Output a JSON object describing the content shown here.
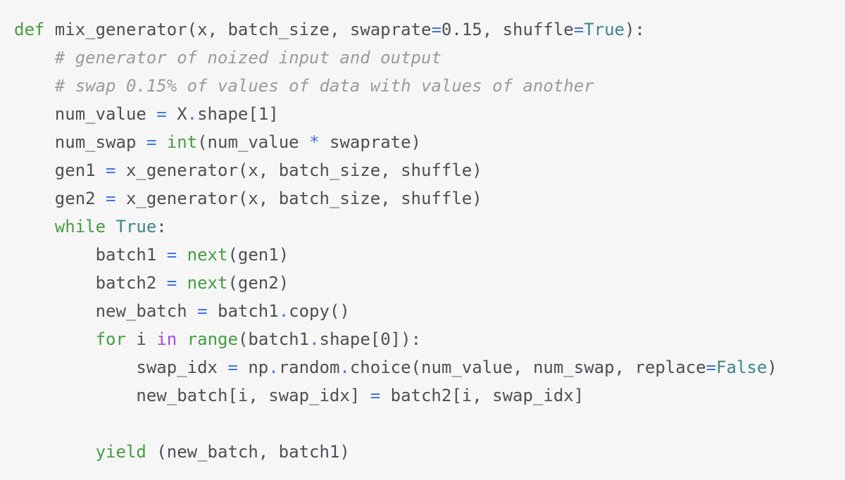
{
  "page": {
    "background": "#f5f6f5"
  },
  "colors": {
    "default": "#4d5054",
    "keyword": "#479c43",
    "keyword2": "#a14be5",
    "operator": "#4273e8",
    "boolean": "#3f868c",
    "comment": "#9b9b9b"
  },
  "code": {
    "language": "python",
    "lines": [
      [
        {
          "t": "kw",
          "v": "def"
        },
        {
          "t": "p",
          "v": " mix_generator(x, batch_size, swaprate"
        },
        {
          "t": "op",
          "v": "="
        },
        {
          "t": "p",
          "v": "0.15, shuffle"
        },
        {
          "t": "op",
          "v": "="
        },
        {
          "t": "bool",
          "v": "True"
        },
        {
          "t": "p",
          "v": "):"
        }
      ],
      [
        {
          "t": "p",
          "v": "    "
        },
        {
          "t": "com",
          "v": "# generator of noized input and output"
        }
      ],
      [
        {
          "t": "p",
          "v": "    "
        },
        {
          "t": "com",
          "v": "# swap 0.15% of values of data with values of another"
        }
      ],
      [
        {
          "t": "p",
          "v": "    num_value "
        },
        {
          "t": "op",
          "v": "="
        },
        {
          "t": "p",
          "v": " X"
        },
        {
          "t": "op",
          "v": "."
        },
        {
          "t": "p",
          "v": "shape[1]"
        }
      ],
      [
        {
          "t": "p",
          "v": "    num_swap "
        },
        {
          "t": "op",
          "v": "="
        },
        {
          "t": "p",
          "v": " "
        },
        {
          "t": "kw",
          "v": "int"
        },
        {
          "t": "p",
          "v": "(num_value "
        },
        {
          "t": "op",
          "v": "*"
        },
        {
          "t": "p",
          "v": " swaprate)"
        }
      ],
      [
        {
          "t": "p",
          "v": "    gen1 "
        },
        {
          "t": "op",
          "v": "="
        },
        {
          "t": "p",
          "v": " x_generator(x, batch_size, shuffle)"
        }
      ],
      [
        {
          "t": "p",
          "v": "    gen2 "
        },
        {
          "t": "op",
          "v": "="
        },
        {
          "t": "p",
          "v": " x_generator(x, batch_size, shuffle)"
        }
      ],
      [
        {
          "t": "p",
          "v": "    "
        },
        {
          "t": "kw",
          "v": "while"
        },
        {
          "t": "p",
          "v": " "
        },
        {
          "t": "bool",
          "v": "True"
        },
        {
          "t": "p",
          "v": ":"
        }
      ],
      [
        {
          "t": "p",
          "v": "        batch1 "
        },
        {
          "t": "op",
          "v": "="
        },
        {
          "t": "p",
          "v": " "
        },
        {
          "t": "kw",
          "v": "next"
        },
        {
          "t": "p",
          "v": "(gen1)"
        }
      ],
      [
        {
          "t": "p",
          "v": "        batch2 "
        },
        {
          "t": "op",
          "v": "="
        },
        {
          "t": "p",
          "v": " "
        },
        {
          "t": "kw",
          "v": "next"
        },
        {
          "t": "p",
          "v": "(gen2)"
        }
      ],
      [
        {
          "t": "p",
          "v": "        new_batch "
        },
        {
          "t": "op",
          "v": "="
        },
        {
          "t": "p",
          "v": " batch1"
        },
        {
          "t": "op",
          "v": "."
        },
        {
          "t": "p",
          "v": "copy()"
        }
      ],
      [
        {
          "t": "p",
          "v": "        "
        },
        {
          "t": "kw",
          "v": "for"
        },
        {
          "t": "p",
          "v": " i "
        },
        {
          "t": "kw2",
          "v": "in"
        },
        {
          "t": "p",
          "v": " "
        },
        {
          "t": "kw",
          "v": "range"
        },
        {
          "t": "p",
          "v": "(batch1"
        },
        {
          "t": "op",
          "v": "."
        },
        {
          "t": "p",
          "v": "shape[0]):"
        }
      ],
      [
        {
          "t": "p",
          "v": "            swap_idx "
        },
        {
          "t": "op",
          "v": "="
        },
        {
          "t": "p",
          "v": " np"
        },
        {
          "t": "op",
          "v": "."
        },
        {
          "t": "p",
          "v": "random"
        },
        {
          "t": "op",
          "v": "."
        },
        {
          "t": "p",
          "v": "choice(num_value, num_swap, replace"
        },
        {
          "t": "op",
          "v": "="
        },
        {
          "t": "bool",
          "v": "False"
        },
        {
          "t": "p",
          "v": ")"
        }
      ],
      [
        {
          "t": "p",
          "v": "            new_batch[i, swap_idx] "
        },
        {
          "t": "op",
          "v": "="
        },
        {
          "t": "p",
          "v": " batch2[i, swap_idx]"
        }
      ],
      [],
      [
        {
          "t": "p",
          "v": "        "
        },
        {
          "t": "kw",
          "v": "yield"
        },
        {
          "t": "p",
          "v": " (new_batch, batch1)"
        }
      ]
    ]
  }
}
